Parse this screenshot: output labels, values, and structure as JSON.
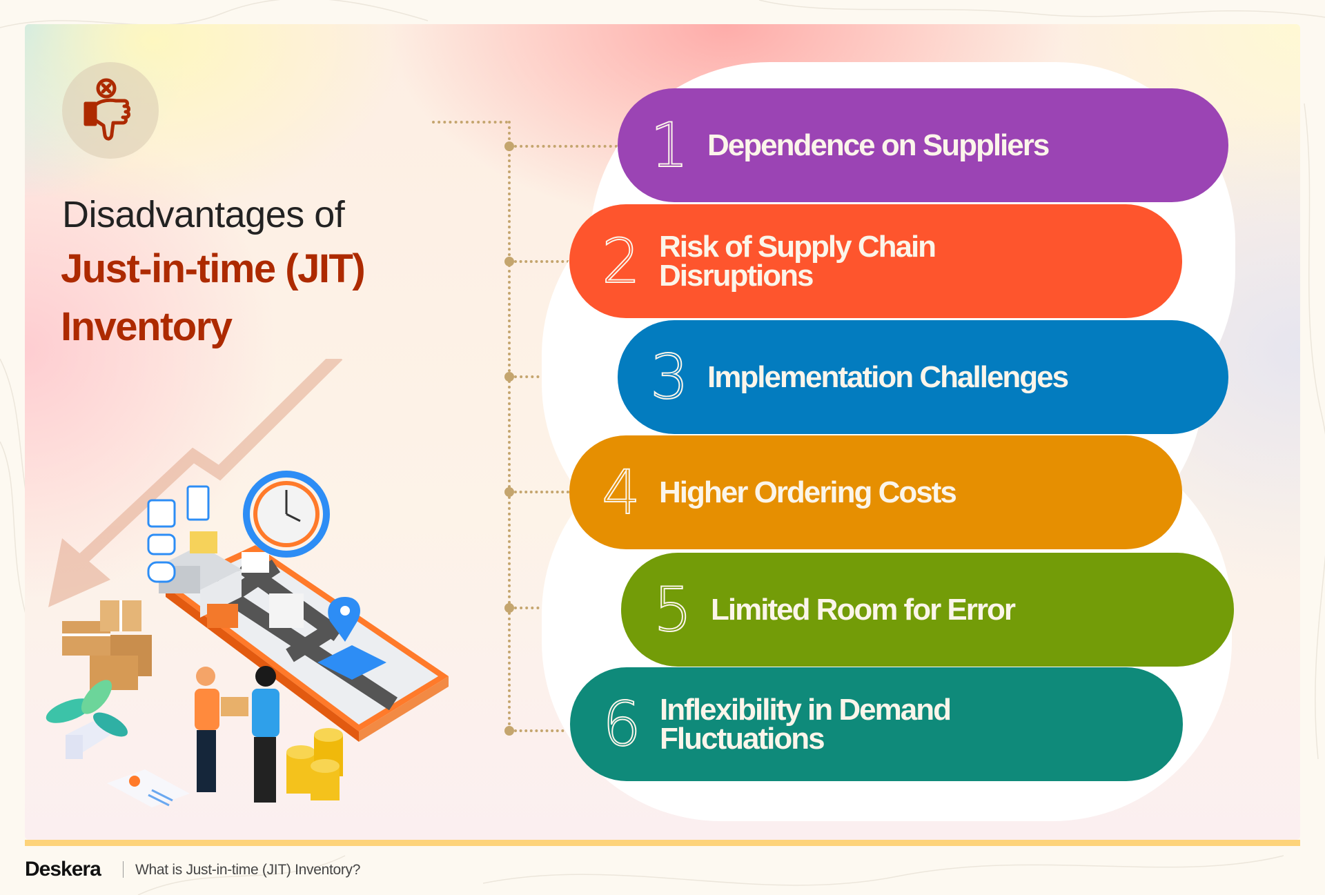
{
  "header": {
    "icon": "thumbs-down-x-icon",
    "title_line1": "Disadvantages of",
    "title_line2": "Just-in-time (JIT)",
    "title_line3": "Inventory"
  },
  "items": [
    {
      "number": "1",
      "label": "Dependence on Suppliers",
      "color": "#9b44b4"
    },
    {
      "number": "2",
      "label_line1": "Risk of Supply Chain",
      "label_line2": "Disruptions",
      "color": "#fe552d"
    },
    {
      "number": "3",
      "label": "Implementation Challenges",
      "color": "#037cbf"
    },
    {
      "number": "4",
      "label": "Higher Ordering Costs",
      "color": "#e68f01"
    },
    {
      "number": "5",
      "label": "Limited Room for Error",
      "color": "#739c08"
    },
    {
      "number": "6",
      "label_line1": "Inflexibility in Demand",
      "label_line2": "Fluctuations",
      "color": "#0f8a7a"
    }
  ],
  "illustration": {
    "elements": [
      "down-trend-arrow",
      "clock",
      "documents",
      "chat-bubbles",
      "envelope",
      "truck",
      "map-platform",
      "location-pin",
      "warehouse-boxes",
      "plant",
      "delivery-person",
      "customer",
      "coin-stacks",
      "location-document"
    ]
  },
  "colors": {
    "title_accent": "#ad2a00",
    "connector": "#c4a56e",
    "footer_bar": "#fdd37a"
  },
  "footer": {
    "brand": "Deskera",
    "caption": "What is Just-in-time (JIT) Inventory?"
  }
}
